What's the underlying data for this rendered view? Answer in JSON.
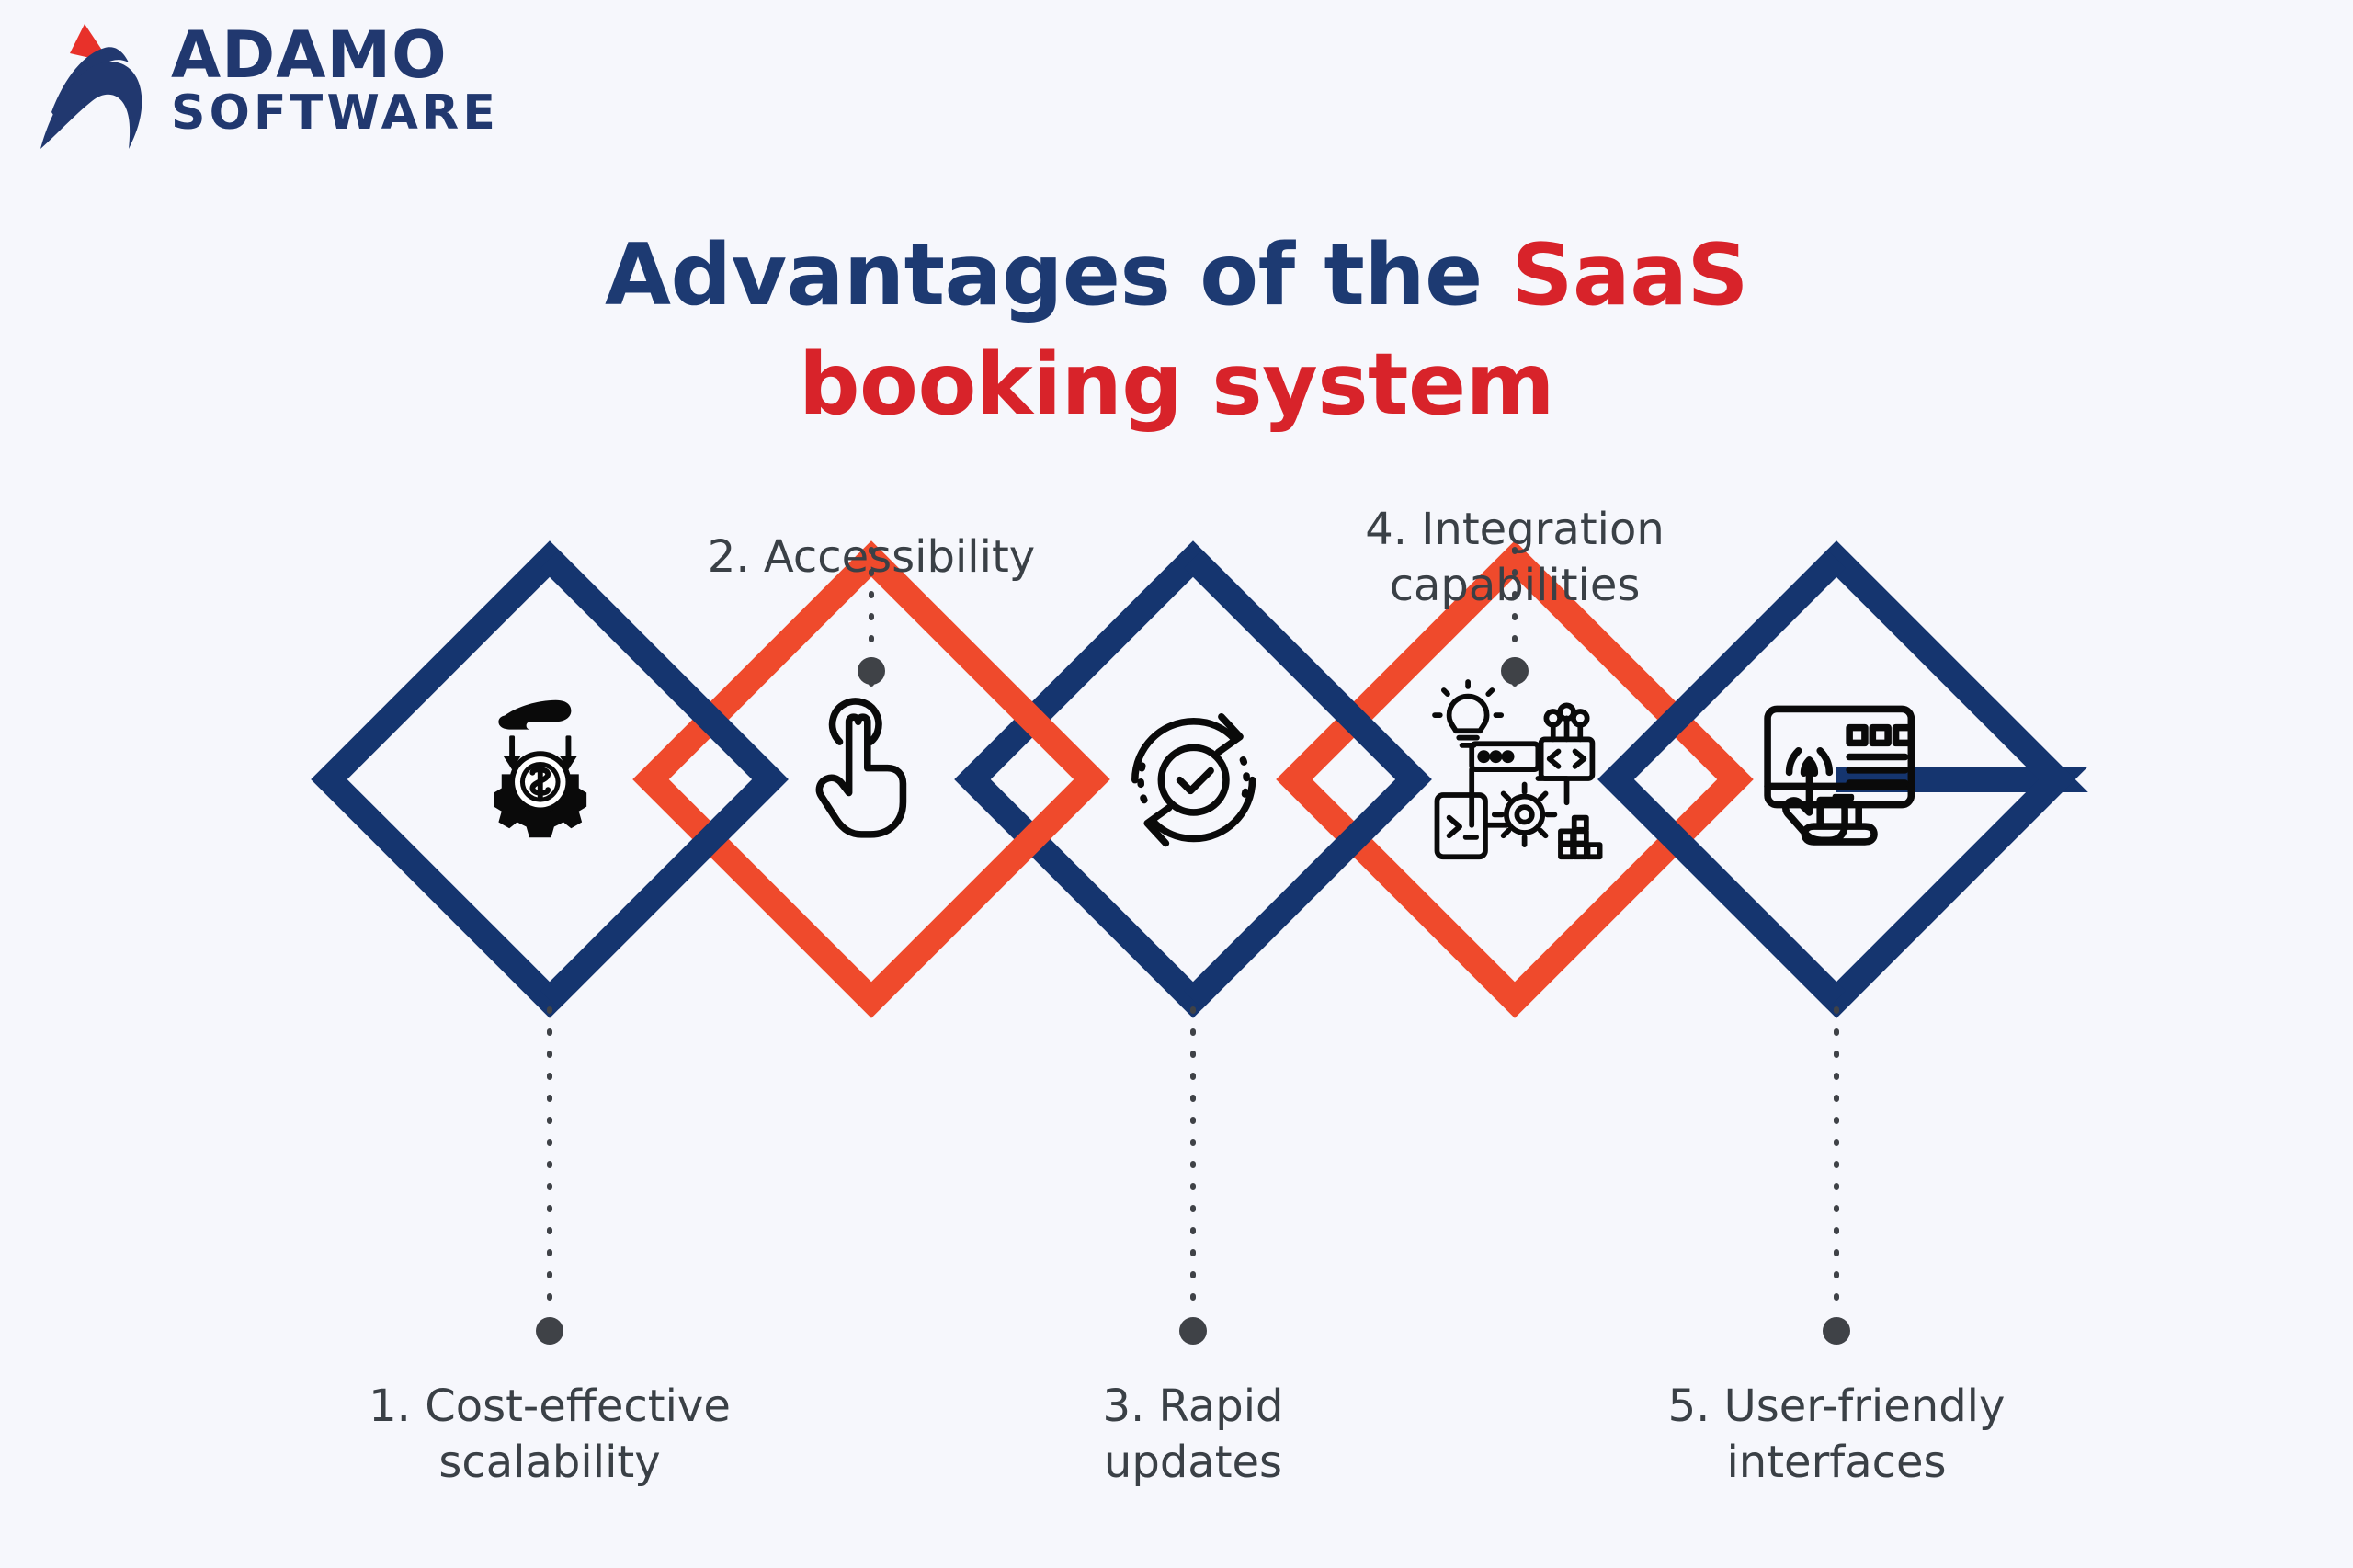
{
  "brand": {
    "logo_line1": "ADAMO",
    "logo_line2": "SOFTWARE",
    "logo_mark_name": "adamo-swoosh-mark",
    "navy": "#1d3a72",
    "red": "#d8232a",
    "diamond_navy": "#15356f",
    "diamond_red": "#ef4a2c",
    "background": "#f6f7fc",
    "label_color": "#3a4046",
    "connector_color": "#3f4247"
  },
  "title": {
    "part_navy": "Advantages of the ",
    "part_red_inline": "SaaS",
    "line2_red": "booking system",
    "full": "Advantages of the SaaS booking system"
  },
  "steps": [
    {
      "number": "1.",
      "label": "1. Cost-effective\nscalability",
      "icon": "cost-savings-gear-icon",
      "color": "navy",
      "position": "below"
    },
    {
      "number": "2.",
      "label": "2. Accessibility",
      "icon": "tap-hand-icon",
      "color": "red",
      "position": "above"
    },
    {
      "number": "3.",
      "label": "3. Rapid\nupdates",
      "icon": "refresh-check-icon",
      "color": "navy",
      "position": "below"
    },
    {
      "number": "4.",
      "label": "4. Integration\ncapabilities",
      "icon": "integration-development-icon",
      "color": "red",
      "position": "above"
    },
    {
      "number": "5.",
      "label": "5. User-friendly\ninterfaces",
      "icon": "monitor-touch-icon",
      "color": "navy",
      "position": "below"
    }
  ]
}
